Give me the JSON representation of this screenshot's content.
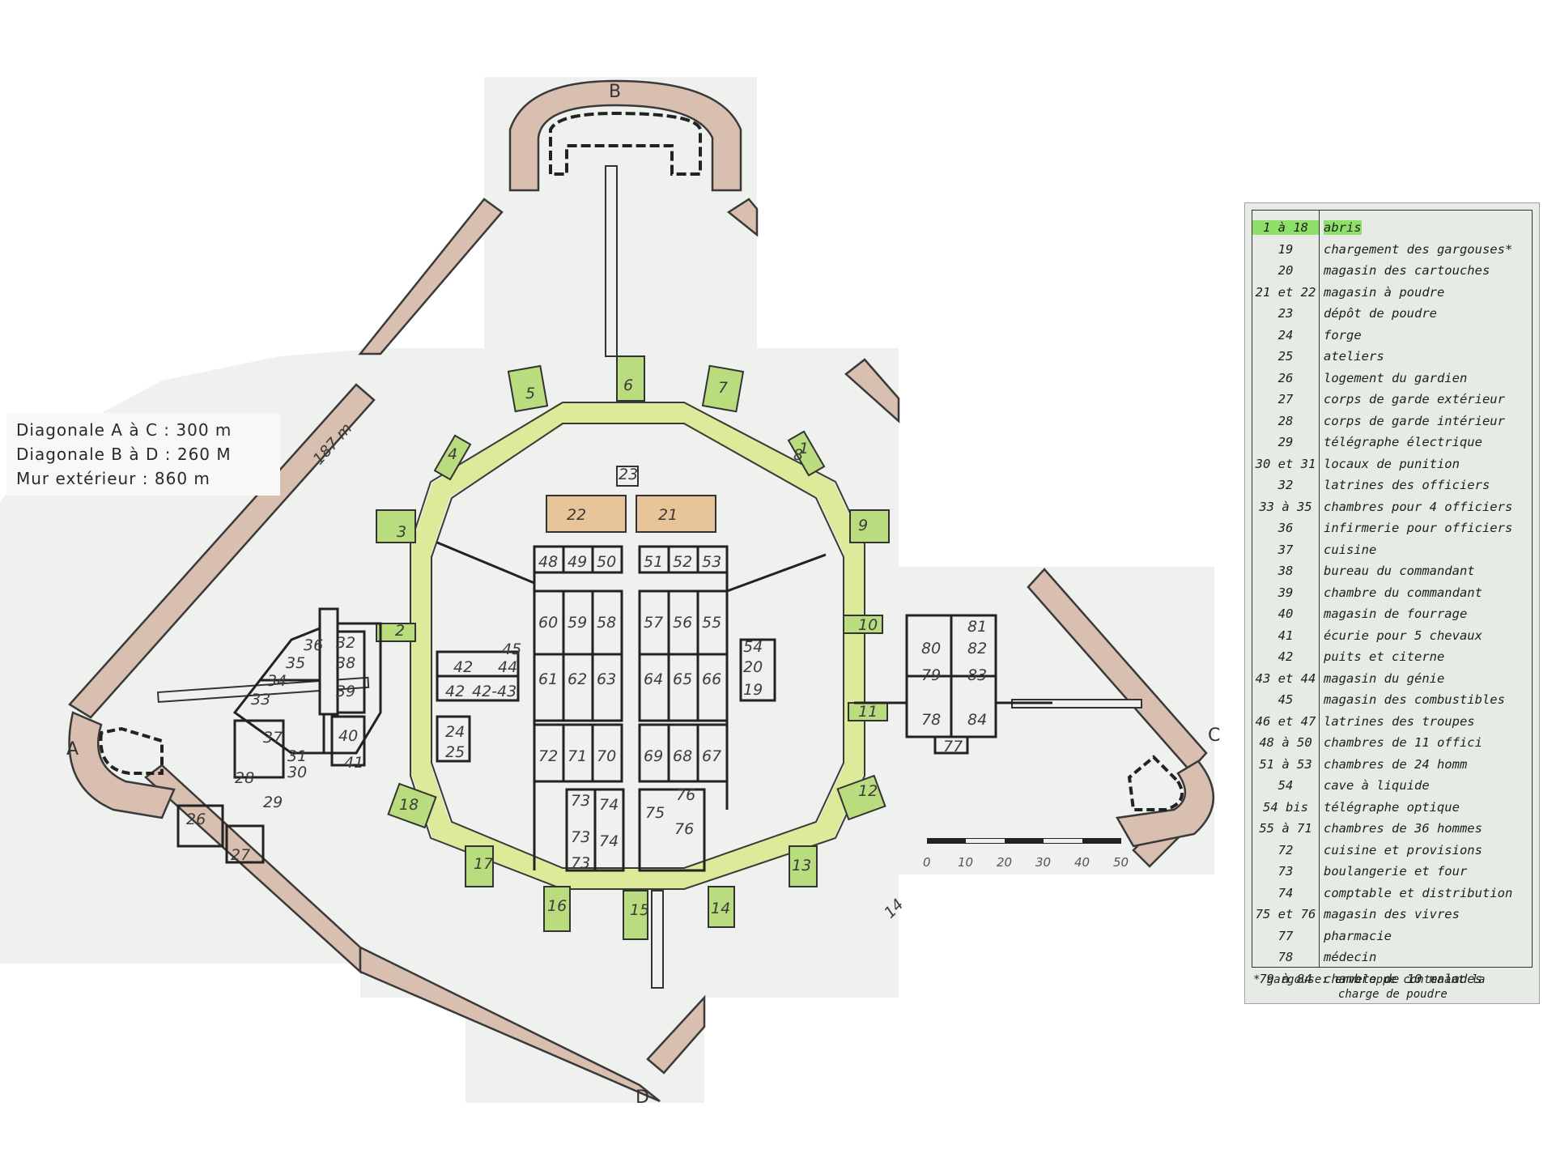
{
  "dimensions": {
    "line1": "Diagonale  A  à  C : 300  m",
    "line2": "Diagonale  B  à  D : 260  M",
    "line3": "Mur  extérieur  :  860  m"
  },
  "corners": {
    "a": "A",
    "b": "B",
    "c": "C",
    "d": "D"
  },
  "wall_length_1": "187 m",
  "wall_length_2": "14",
  "scale_bar": {
    "ticks": [
      "0",
      "10",
      "20",
      "30",
      "40",
      "50"
    ]
  },
  "rooms": {
    "r1": "1",
    "r2": "2",
    "r3": "3",
    "r4": "4",
    "r5": "5",
    "r6": "6",
    "r7": "7",
    "r8": "8",
    "r9": "9",
    "r10": "10",
    "r11": "11",
    "r12": "12",
    "r13": "13",
    "r14": "14",
    "r15": "15",
    "r16": "16",
    "r17": "17",
    "r18": "18",
    "r19": "19",
    "r20": "20",
    "r21": "21",
    "r22": "22",
    "r23": "23",
    "r24": "24",
    "r25": "25",
    "r26": "26",
    "r27": "27",
    "r28": "28",
    "r29": "29",
    "r30": "30",
    "r31": "31",
    "r32": "32",
    "r33": "33",
    "r34": "34",
    "r35": "35",
    "r36": "36",
    "r37": "37",
    "r38": "38",
    "r39": "39",
    "r40": "40",
    "r41": "41",
    "r42": "42",
    "r42b": "42",
    "r4243": "42-43",
    "r44": "44",
    "r45": "45",
    "r48": "48",
    "r49": "49",
    "r50": "50",
    "r51": "51",
    "r52": "52",
    "r53": "53",
    "r54": "54",
    "r55": "55",
    "r56": "56",
    "r57": "57",
    "r58": "58",
    "r59": "59",
    "r60": "60",
    "r61": "61",
    "r62": "62",
    "r63": "63",
    "r64": "64",
    "r65": "65",
    "r66": "66",
    "r67": "67",
    "r68": "68",
    "r69": "69",
    "r70": "70",
    "r71": "71",
    "r72": "72",
    "r73": "73",
    "r73b": "73",
    "r73c": "73",
    "r74": "74",
    "r74b": "74",
    "r75": "75",
    "r76": "76",
    "r76b": "76",
    "r77": "77",
    "r78": "78",
    "r79": "79",
    "r80": "80",
    "r81": "81",
    "r82": "82",
    "r83": "83",
    "r84": "84"
  },
  "legend": {
    "rows": [
      {
        "num": "1 à 18",
        "desc": "abris",
        "highlight": true
      },
      {
        "num": "19",
        "desc": "chargement des gargouses*"
      },
      {
        "num": "20",
        "desc": "magasin des cartouches"
      },
      {
        "num": "21 et 22",
        "desc": "magasin à poudre"
      },
      {
        "num": "23",
        "desc": "dépôt de poudre"
      },
      {
        "num": "24",
        "desc": "forge"
      },
      {
        "num": "25",
        "desc": "ateliers"
      },
      {
        "num": "26",
        "desc": "logement du gardien"
      },
      {
        "num": "27",
        "desc": "corps de garde extérieur"
      },
      {
        "num": "28",
        "desc": "corps de garde intérieur"
      },
      {
        "num": "29",
        "desc": "télégraphe électrique"
      },
      {
        "num": "30 et 31",
        "desc": "locaux de punition"
      },
      {
        "num": "32",
        "desc": "latrines des officiers"
      },
      {
        "num": "33 à 35",
        "desc": "chambres pour 4 officiers"
      },
      {
        "num": "36",
        "desc": "infirmerie pour officiers"
      },
      {
        "num": "37",
        "desc": "cuisine"
      },
      {
        "num": "38",
        "desc": "bureau du commandant"
      },
      {
        "num": "39",
        "desc": "chambre du commandant"
      },
      {
        "num": "40",
        "desc": "magasin de fourrage"
      },
      {
        "num": "41",
        "desc": "écurie pour 5 chevaux"
      },
      {
        "num": "42",
        "desc": "puits et citerne"
      },
      {
        "num": "43 et 44",
        "desc": "magasin du génie"
      },
      {
        "num": "45",
        "desc": "magasin des combustibles"
      },
      {
        "num": "46 et 47",
        "desc": "latrines des troupes"
      },
      {
        "num": "48 à 50",
        "desc": "chambres de 11 offici"
      },
      {
        "num": "51 à 53",
        "desc": "chambres de 24 homm"
      },
      {
        "num": "54",
        "desc": "cave à liquide"
      },
      {
        "num": "54 bis",
        "desc": "télégraphe optique"
      },
      {
        "num": "55 à 71",
        "desc": "chambres de 36 hommes"
      },
      {
        "num": "72",
        "desc": "cuisine et provisions"
      },
      {
        "num": "73",
        "desc": "boulangerie et four"
      },
      {
        "num": "74",
        "desc": "comptable et distribution"
      },
      {
        "num": "75 et 76",
        "desc": "magasin des vivres"
      },
      {
        "num": "77",
        "desc": "pharmacie"
      },
      {
        "num": "78",
        "desc": "médecin"
      },
      {
        "num": "79 à 84",
        "desc": "chambre de 10 malades"
      }
    ],
    "note_line1": "* gargouse: enveloppe contenant la",
    "note_line2": "charge de poudre"
  },
  "colors": {
    "wall_fill": "#d9bfb0",
    "wall_line": "#3a3a3a",
    "rampart_yellow": "#dcea9a",
    "shelter_green": "#b8dc7e",
    "powder_orange": "#e8c49a",
    "paper": "#eef1ee",
    "legend_highlight": "#8fe06a"
  }
}
